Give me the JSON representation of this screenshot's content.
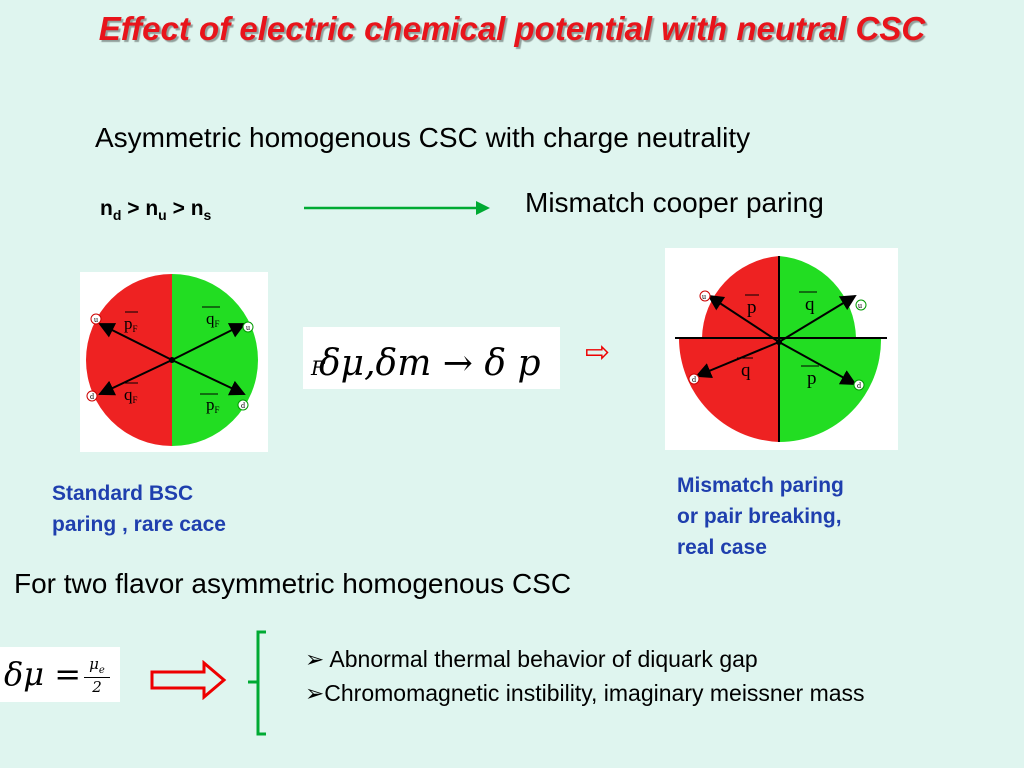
{
  "slide": {
    "title": "Effect of  electric chemical potential with neutral  CSC",
    "subtitle": "Asymmetric  homogenous  CSC with charge neutrality",
    "mismatch_text": "Mismatch  cooper  paring",
    "density": {
      "n": "n",
      "d": "d",
      "u": "u",
      "s": "s",
      "gt": ">"
    },
    "formula": {
      "text": "δμ,δm → δ p",
      "sub": "F"
    },
    "implies_arrow_glyph": "⇨",
    "label_left": [
      "Standard   BSC",
      "paring , rare cace"
    ],
    "label_right": [
      "Mismatch paring",
      "or pair breaking,",
      "real case"
    ],
    "two_flavor": "For two flavor asymmetric  homogenous  CSC",
    "dmu_formula": {
      "lhs": "δμ =",
      "num": "μ",
      "num_sub": "e",
      "den": "2"
    },
    "bullets": [
      "➢ Abnormal thermal behavior of diquark gap",
      "➢Chromomagnetic instibility,  imaginary meissner mass"
    ],
    "diagram_left": {
      "labels": {
        "pF": "p",
        "qF_top": "q",
        "qF_bot": "q",
        "mpF": "p",
        "sub": "F",
        "u": "u",
        "d": "d"
      }
    },
    "diagram_right": {
      "labels": {
        "p": "p",
        "q": "q",
        "mq": "q",
        "mp": "p",
        "u": "u",
        "d": "d"
      }
    },
    "colors": {
      "red": "#ee2222",
      "green": "#22dd22",
      "title": "#e8141b",
      "blue": "#1f3fae",
      "arrow_green": "#00aa33"
    }
  }
}
